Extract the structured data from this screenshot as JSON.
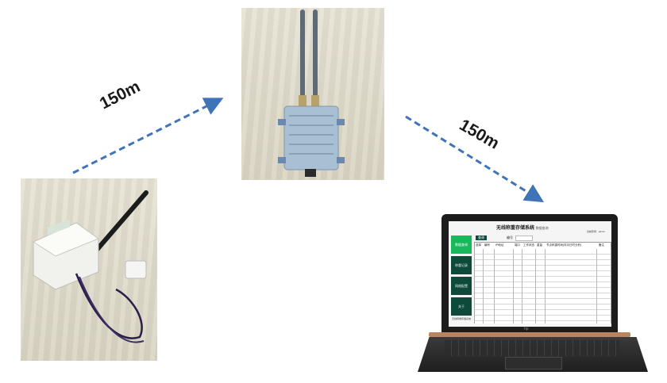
{
  "labels": {
    "distance_left": "150m",
    "distance_right": "150m"
  },
  "software": {
    "title": "无线称重存储系统",
    "subtitle": "数据查询",
    "login": "当前登录：admin",
    "sidebar": [
      "数据查询",
      "称重记录",
      "网络配置",
      "关于"
    ],
    "sidebar_footer": "无线称重存储系统",
    "search_button": "查询",
    "filter_label": "编号",
    "columns": [
      "选择",
      "编号",
      "IP地址",
      "端口",
      "工作状态",
      "重量",
      "节点称重时间(年月日时分秒)",
      "备注"
    ]
  },
  "laptop": {
    "brand": "hp"
  },
  "colors": {
    "arrow": "#3f74b8",
    "sidebar": "#0e4a3a",
    "sidebar_active": "#18b85c"
  }
}
